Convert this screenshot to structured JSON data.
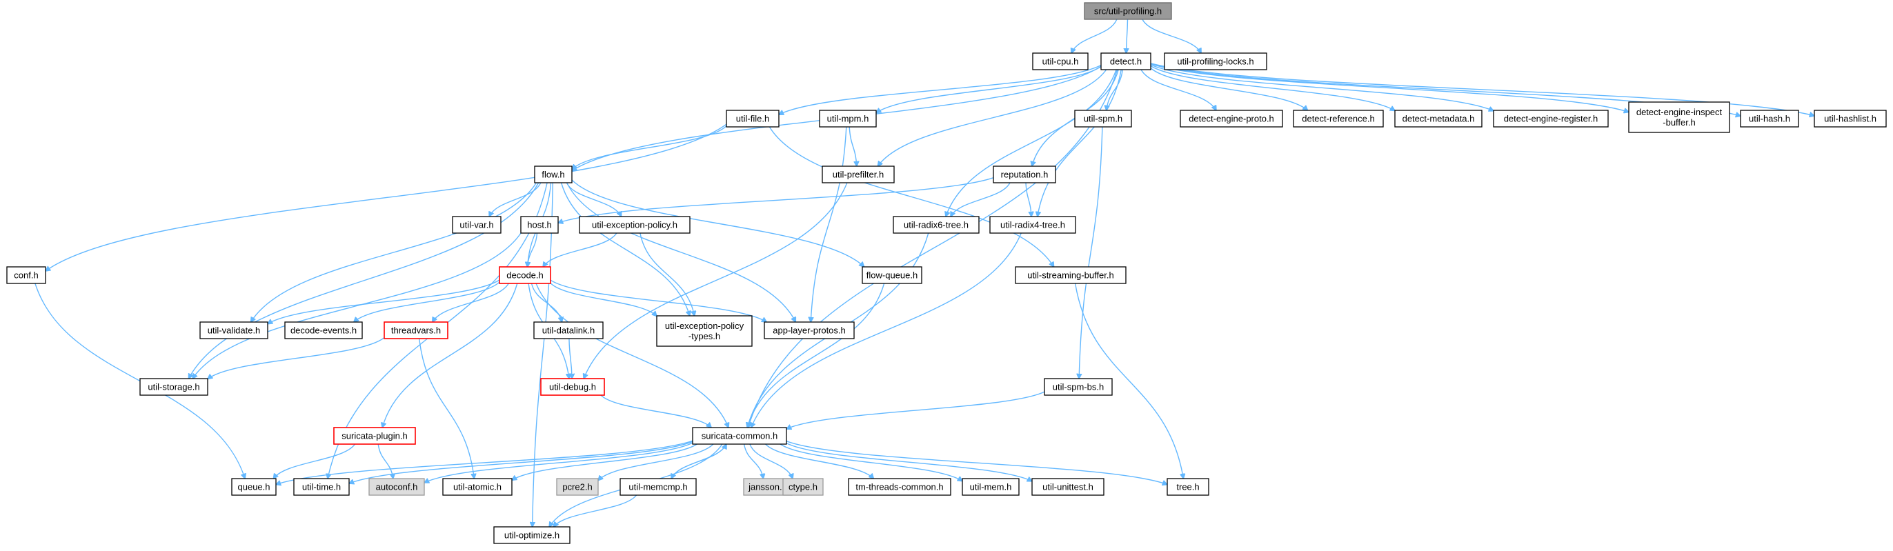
{
  "title": "src/util-profiling.h",
  "colors": {
    "edge": "#63b8ff",
    "root_fill": "#999999",
    "missing_fill": "#dddddd",
    "warning_border": "#ff0000"
  },
  "nodes": {
    "util_profiling_h": {
      "label": "src/util-profiling.h",
      "style": "root"
    },
    "util_cpu_h": {
      "label": "util-cpu.h"
    },
    "detect_h": {
      "label": "detect.h"
    },
    "util_profiling_locks_h": {
      "label": "util-profiling-locks.h"
    },
    "util_file_h": {
      "label": "util-file.h"
    },
    "util_mpm_h": {
      "label": "util-mpm.h"
    },
    "util_spm_h": {
      "label": "util-spm.h"
    },
    "detect_engine_proto_h": {
      "label": "detect-engine-proto.h"
    },
    "detect_reference_h": {
      "label": "detect-reference.h"
    },
    "detect_metadata_h": {
      "label": "detect-metadata.h"
    },
    "detect_engine_register_h": {
      "label": "detect-engine-register.h"
    },
    "detect_engine_inspect_buffer_h": {
      "label": "detect-engine-inspect\n-buffer.h"
    },
    "util_hash_h": {
      "label": "util-hash.h"
    },
    "util_hashlist_h": {
      "label": "util-hashlist.h"
    },
    "flow_h": {
      "label": "flow.h"
    },
    "util_prefilter_h": {
      "label": "util-prefilter.h"
    },
    "reputation_h": {
      "label": "reputation.h"
    },
    "conf_h": {
      "label": "conf.h"
    },
    "util_var_h": {
      "label": "util-var.h"
    },
    "host_h": {
      "label": "host.h"
    },
    "util_exception_policy_h": {
      "label": "util-exception-policy.h"
    },
    "util_radix6_tree_h": {
      "label": "util-radix6-tree.h"
    },
    "util_radix4_tree_h": {
      "label": "util-radix4-tree.h"
    },
    "decode_h": {
      "label": "decode.h",
      "style": "red"
    },
    "flow_queue_h": {
      "label": "flow-queue.h"
    },
    "util_streaming_buffer_h": {
      "label": "util-streaming-buffer.h"
    },
    "util_validate_h": {
      "label": "util-validate.h"
    },
    "decode_events_h": {
      "label": "decode-events.h"
    },
    "threadvars_h": {
      "label": "threadvars.h",
      "style": "red"
    },
    "util_datalink_h": {
      "label": "util-datalink.h"
    },
    "util_exception_policy_types_h": {
      "label": "util-exception-policy\n-types.h"
    },
    "app_layer_protos_h": {
      "label": "app-layer-protos.h"
    },
    "util_storage_h": {
      "label": "util-storage.h"
    },
    "util_debug_h": {
      "label": "util-debug.h",
      "style": "red"
    },
    "util_spm_bs_h": {
      "label": "util-spm-bs.h"
    },
    "suricata_plugin_h": {
      "label": "suricata-plugin.h",
      "style": "red"
    },
    "suricata_common_h": {
      "label": "suricata-common.h"
    },
    "queue_h": {
      "label": "queue.h"
    },
    "util_time_h": {
      "label": "util-time.h"
    },
    "autoconf_h": {
      "label": "autoconf.h",
      "style": "grey"
    },
    "util_atomic_h": {
      "label": "util-atomic.h"
    },
    "pcre2_h": {
      "label": "pcre2.h",
      "style": "grey"
    },
    "util_memcmp_h": {
      "label": "util-memcmp.h"
    },
    "jansson_h": {
      "label": "jansson.h",
      "style": "grey"
    },
    "ctype_h": {
      "label": "ctype.h",
      "style": "grey"
    },
    "tm_threads_common_h": {
      "label": "tm-threads-common.h"
    },
    "util_mem_h": {
      "label": "util-mem.h"
    },
    "util_unittest_h": {
      "label": "util-unittest.h"
    },
    "tree_h": {
      "label": "tree.h"
    },
    "util_optimize_h": {
      "label": "util-optimize.h"
    }
  },
  "edges": [
    [
      "util_profiling_h",
      "util_cpu_h"
    ],
    [
      "util_profiling_h",
      "detect_h"
    ],
    [
      "util_profiling_h",
      "util_profiling_locks_h"
    ],
    [
      "detect_h",
      "util_file_h"
    ],
    [
      "detect_h",
      "util_mpm_h"
    ],
    [
      "detect_h",
      "util_spm_h"
    ],
    [
      "detect_h",
      "detect_engine_proto_h"
    ],
    [
      "detect_h",
      "detect_reference_h"
    ],
    [
      "detect_h",
      "detect_metadata_h"
    ],
    [
      "detect_h",
      "detect_engine_register_h"
    ],
    [
      "detect_h",
      "detect_engine_inspect_buffer_h"
    ],
    [
      "detect_h",
      "util_hash_h"
    ],
    [
      "detect_h",
      "util_hashlist_h"
    ],
    [
      "detect_h",
      "flow_h"
    ],
    [
      "detect_h",
      "util_prefilter_h"
    ],
    [
      "detect_h",
      "reputation_h"
    ],
    [
      "detect_h",
      "util_radix6_tree_h"
    ],
    [
      "detect_h",
      "util_radix4_tree_h"
    ],
    [
      "detect_h",
      "suricata_common_h"
    ],
    [
      "util_file_h",
      "conf_h"
    ],
    [
      "util_file_h",
      "flow_h"
    ],
    [
      "util_file_h",
      "util_streaming_buffer_h"
    ],
    [
      "util_mpm_h",
      "util_prefilter_h"
    ],
    [
      "util_mpm_h",
      "app_layer_protos_h"
    ],
    [
      "util_spm_h",
      "util_spm_bs_h"
    ],
    [
      "flow_h",
      "util_var_h"
    ],
    [
      "flow_h",
      "util_exception_policy_h"
    ],
    [
      "flow_h",
      "decode_h"
    ],
    [
      "flow_h",
      "flow_queue_h"
    ],
    [
      "flow_h",
      "util_validate_h"
    ],
    [
      "flow_h",
      "util_exception_policy_types_h"
    ],
    [
      "flow_h",
      "app_layer_protos_h"
    ],
    [
      "flow_h",
      "util_storage_h"
    ],
    [
      "flow_h",
      "util_time_h"
    ],
    [
      "flow_h",
      "util_optimize_h"
    ],
    [
      "util_prefilter_h",
      "util_debug_h"
    ],
    [
      "reputation_h",
      "host_h"
    ],
    [
      "reputation_h",
      "util_radix6_tree_h"
    ],
    [
      "reputation_h",
      "util_radix4_tree_h"
    ],
    [
      "conf_h",
      "queue_h"
    ],
    [
      "host_h",
      "decode_h"
    ],
    [
      "host_h",
      "util_storage_h"
    ],
    [
      "util_exception_policy_h",
      "decode_h"
    ],
    [
      "util_exception_policy_h",
      "util_exception_policy_types_h"
    ],
    [
      "util_radix6_tree_h",
      "suricata_common_h"
    ],
    [
      "util_radix4_tree_h",
      "suricata_common_h"
    ],
    [
      "flow_queue_h",
      "suricata_common_h"
    ],
    [
      "util_streaming_buffer_h",
      "tree_h"
    ],
    [
      "decode_h",
      "util_validate_h"
    ],
    [
      "decode_h",
      "decode_events_h"
    ],
    [
      "decode_h",
      "threadvars_h"
    ],
    [
      "decode_h",
      "util_datalink_h"
    ],
    [
      "decode_h",
      "util_exception_policy_types_h"
    ],
    [
      "decode_h",
      "app_layer_protos_h"
    ],
    [
      "decode_h",
      "util_debug_h"
    ],
    [
      "decode_h",
      "suricata_plugin_h"
    ],
    [
      "decode_h",
      "suricata_common_h"
    ],
    [
      "threadvars_h",
      "util_storage_h"
    ],
    [
      "threadvars_h",
      "util_atomic_h"
    ],
    [
      "util_datalink_h",
      "util_debug_h"
    ],
    [
      "util_debug_h",
      "suricata_common_h"
    ],
    [
      "util_spm_bs_h",
      "suricata_common_h"
    ],
    [
      "suricata_plugin_h",
      "queue_h"
    ],
    [
      "suricata_plugin_h",
      "autoconf_h"
    ],
    [
      "suricata_common_h",
      "queue_h"
    ],
    [
      "suricata_common_h",
      "util_time_h"
    ],
    [
      "suricata_common_h",
      "autoconf_h"
    ],
    [
      "suricata_common_h",
      "util_atomic_h"
    ],
    [
      "suricata_common_h",
      "pcre2_h"
    ],
    [
      "suricata_common_h",
      "util_memcmp_h"
    ],
    [
      "suricata_common_h",
      "jansson_h"
    ],
    [
      "suricata_common_h",
      "ctype_h"
    ],
    [
      "suricata_common_h",
      "tm_threads_common_h"
    ],
    [
      "suricata_common_h",
      "util_mem_h"
    ],
    [
      "suricata_common_h",
      "util_unittest_h"
    ],
    [
      "suricata_common_h",
      "tree_h"
    ],
    [
      "suricata_common_h",
      "util_optimize_h"
    ],
    [
      "util_memcmp_h",
      "suricata_common_h"
    ],
    [
      "util_memcmp_h",
      "util_optimize_h"
    ]
  ]
}
